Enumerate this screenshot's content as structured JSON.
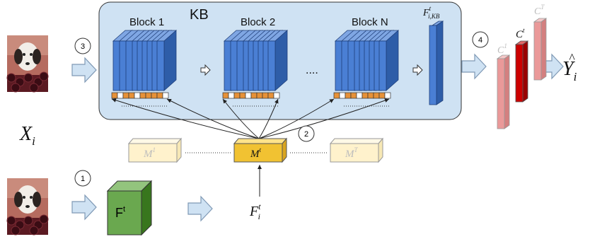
{
  "kb": {
    "label": "KB"
  },
  "blocks": [
    {
      "label": "Block 1"
    },
    {
      "label": "Block 2"
    },
    {
      "label": "Block N"
    }
  ],
  "ellipsis": "....",
  "feature_kb": {
    "base": "F",
    "sup": "t",
    "sub": "i,KB"
  },
  "steps": [
    "1",
    "2",
    "3",
    "4"
  ],
  "input": {
    "base": "X",
    "sub": "i"
  },
  "memory": [
    {
      "base": "M",
      "sup": "1"
    },
    {
      "base": "M",
      "sup": "t"
    },
    {
      "base": "M",
      "sup": "T"
    }
  ],
  "feature_extractor": {
    "base": "F",
    "sup": "t"
  },
  "feature": {
    "base": "F",
    "sup": "t",
    "sub": "i"
  },
  "classifiers": [
    {
      "base": "C",
      "sup": "1"
    },
    {
      "base": "C",
      "sup": "t"
    },
    {
      "base": "C",
      "sup": "T"
    }
  ],
  "output": {
    "base": "Y",
    "hat": "^",
    "sub": "i"
  },
  "colors": {
    "kb_bg": "#cfe2f3",
    "block_front": "#4a7fd4",
    "block_side": "#2e5da8",
    "block_top": "#7fa6e3",
    "mask_orange": "#e69138",
    "memory_active": "#f1c232",
    "memory_inactive": "#fff2cc",
    "extractor_green": "#6aa84f",
    "classifier_active": "#cc0000",
    "classifier_inactive": "#ea9999",
    "arrow_fill": "#cfe2f3",
    "arrow_stroke": "#7f99b5"
  },
  "icons": [
    "dalmatian-photo",
    "block-arrow",
    "small-right-arrow"
  ]
}
